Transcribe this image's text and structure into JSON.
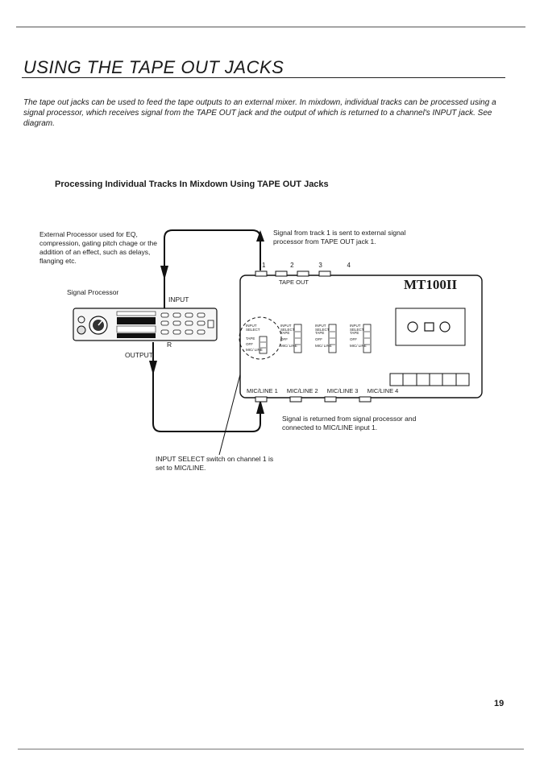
{
  "title": "USING THE TAPE OUT JACKS",
  "intro": "The tape out jacks can be used to feed the tape outputs to an external mixer. In mixdown, individual tracks can be processed using a signal processor, which receives signal from the TAPE OUT jack and the output of which is returned to a channel's INPUT jack. See diagram.",
  "subheading": "Processing Individual Tracks In Mixdown Using TAPE OUT Jacks",
  "diagram": {
    "external_processor_desc": "External Processor used for EQ, compression, gating pitch chage or the addition of an effect, such as delays, flanging etc.",
    "signal_processor_label": "Signal Processor",
    "input_label": "INPUT",
    "output_label": "OUTPUT",
    "r_label": "R",
    "signal_from_track": "Signal from track 1 is sent to external signal processor from TAPE OUT jack 1.",
    "channel_numbers": [
      "1",
      "2",
      "3",
      "4"
    ],
    "tape_out_label": "TAPE OUT",
    "model_name": "MT100II",
    "mic_line_labels": [
      "MIC/LINE 1",
      "MIC/LINE 2",
      "MIC/LINE 3",
      "MIC/LINE 4"
    ],
    "switch_labels": {
      "header": "INPUT SELECT",
      "tape": "TAPE",
      "off": "OFF",
      "mic_line": "MIC/ LINE"
    },
    "signal_returned": "Signal is returned from signal processor and connected to MIC/LINE input 1.",
    "input_select_note": "INPUT SELECT switch on channel 1 is set to MIC/LINE."
  },
  "page_number": "19"
}
